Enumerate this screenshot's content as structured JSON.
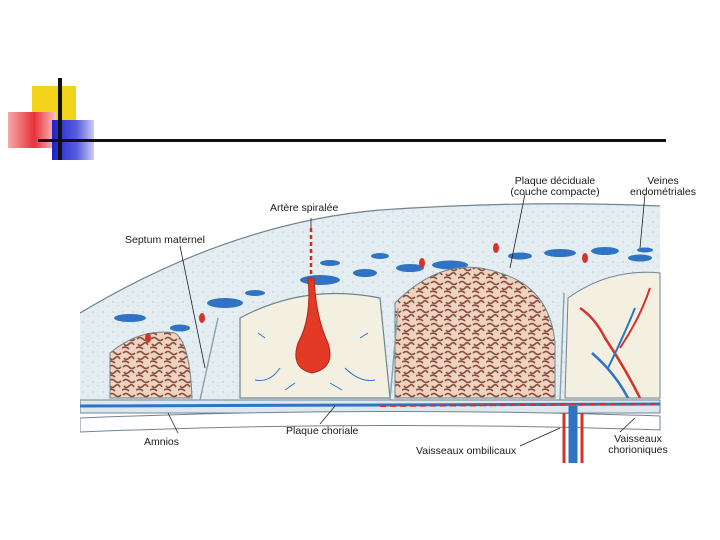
{
  "labels": {
    "plaque_deciduale_1": "Plaque déciduale",
    "plaque_deciduale_2": "(couche compacte)",
    "veines_1": "Veines",
    "veines_2": "endométriales",
    "artere": "Artère spiralée",
    "septum": "Septum maternel",
    "amnios": "Amnios",
    "plaque_choriale": "Plaque choriale",
    "vaisseaux_ombilicaux": "Vaisseaux ombilicaux",
    "vaisseaux_chorioniques_1": "Vaisseaux",
    "vaisseaux_chorioniques_2": "chorioniques"
  },
  "colors": {
    "decidua": "#e3edf2",
    "vein_blue": "#2f74c4",
    "artery_red": "#e23a24",
    "villi_brown": "#8a4e3a",
    "villi_fill": "#efd3c2",
    "space_fill": "#f3f0e2"
  }
}
